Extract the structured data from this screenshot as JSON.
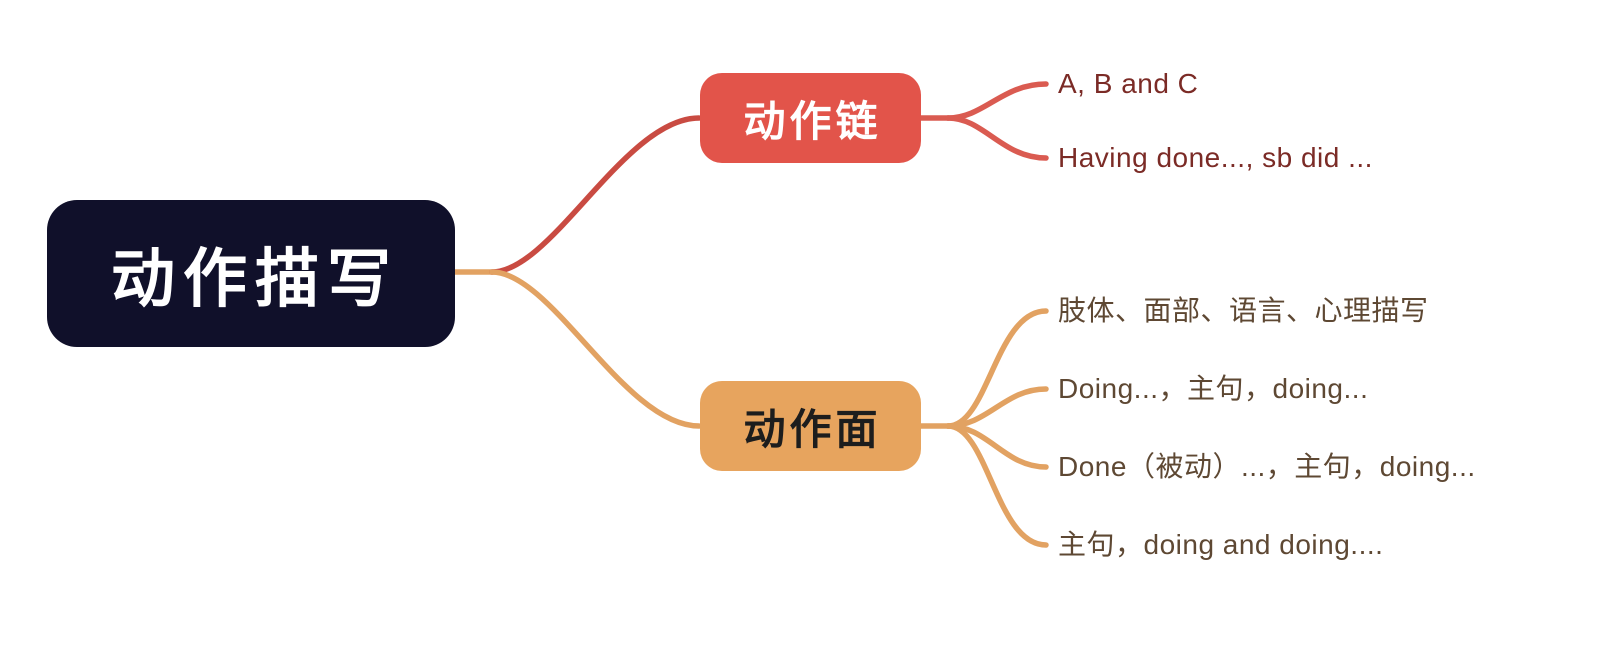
{
  "diagram_type": "mindmap",
  "root": {
    "label": "动作描写"
  },
  "branches": [
    {
      "label": "动作链",
      "children": [
        {
          "text": "A, B and C"
        },
        {
          "text": "Having done..., sb did ..."
        }
      ]
    },
    {
      "label": "动作面",
      "children": [
        {
          "text": "肢体、面部、语言、心理描写"
        },
        {
          "text": "Doing...，主句，doing..."
        },
        {
          "text": "Done（被动）...，主句，doing..."
        },
        {
          "text": "主句，doing and doing...."
        }
      ]
    }
  ],
  "colors": {
    "canvas_bg": "#ffffff",
    "root_bg": "#10102a",
    "root_text": "#ffffff",
    "red_node_bg": "#e2544a",
    "red_node_text": "#ffffff",
    "red_line": "#c94b42",
    "red_leaf_line": "#da5b51",
    "red_leaf_text": "#7b2b26",
    "orange_node_bg": "#e7a45e",
    "orange_node_text": "#1d1d1d",
    "orange_line": "#e2a262",
    "orange_leaf_text": "#5e4833"
  }
}
